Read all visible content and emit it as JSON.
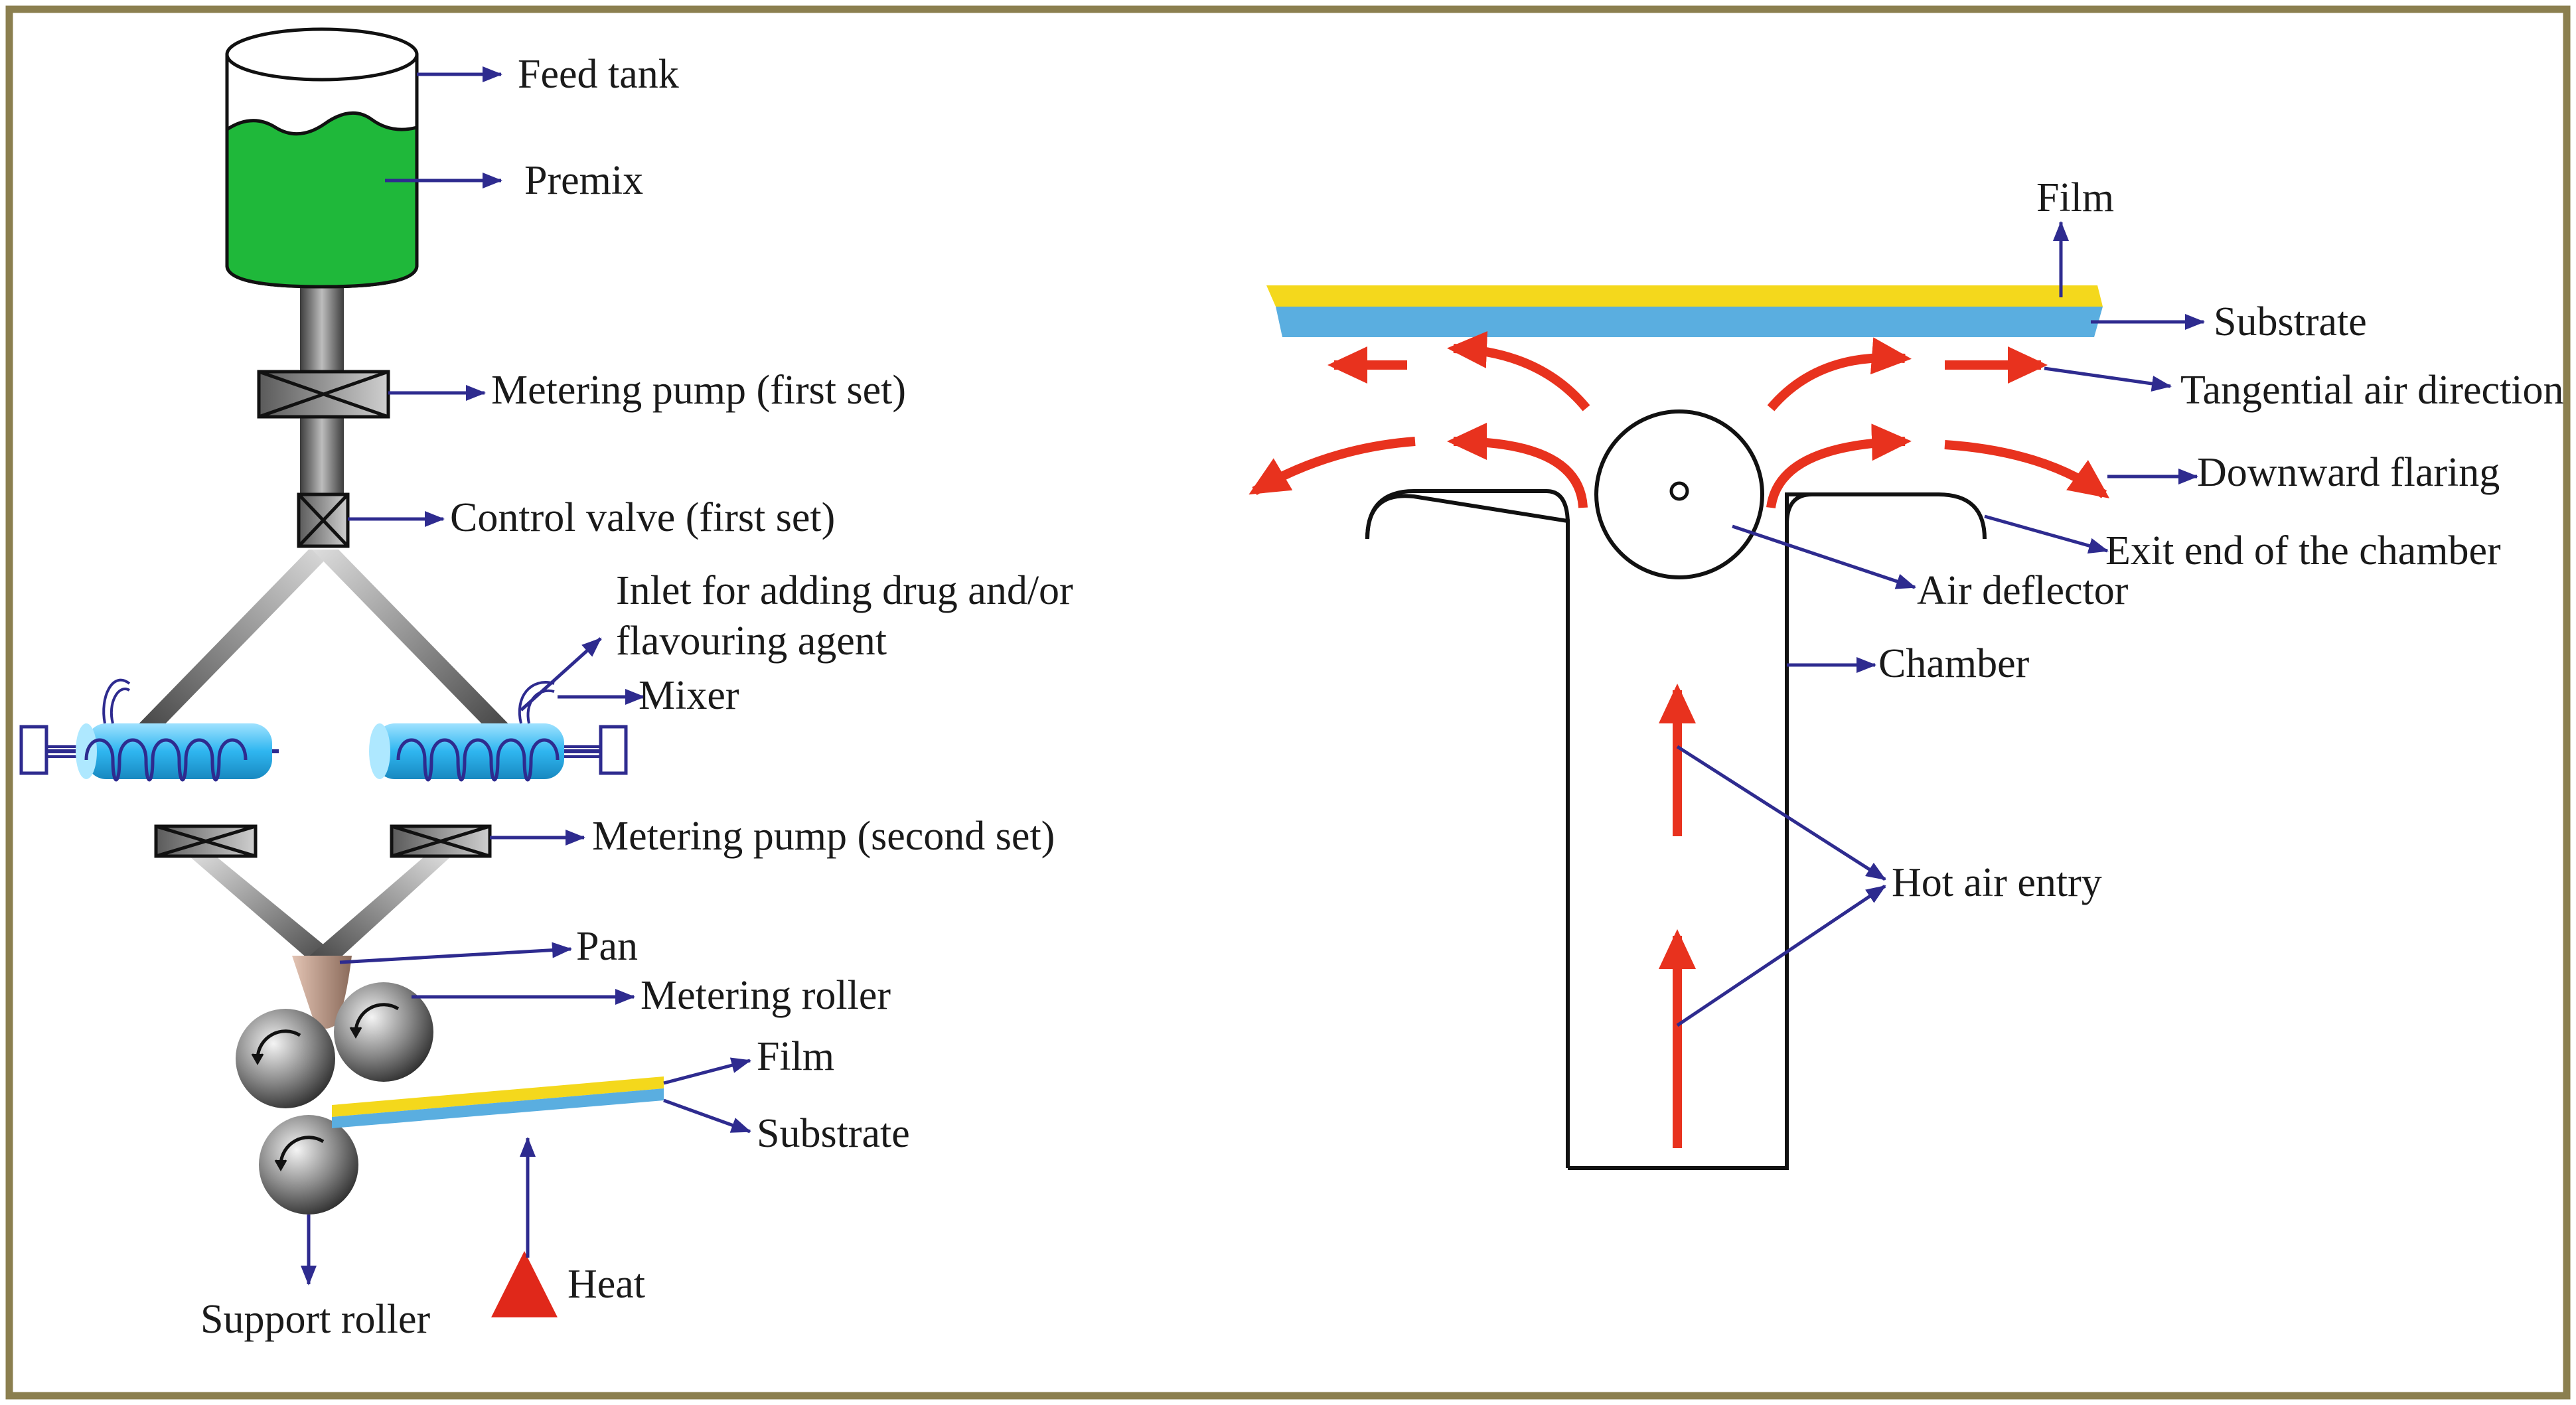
{
  "colors": {
    "frame": "#8b7f4f",
    "pointer": "#2e2b8f",
    "premix": "#1fb83a",
    "air_arrow": "#e8321e",
    "film": "#f4d81c",
    "substrate": "#5aaee0",
    "mixer": "#2fb6f0",
    "heat": "#e0281a"
  },
  "left_panel": {
    "feed_tank": "Feed tank",
    "premix": "Premix",
    "metering_pump_first": "Metering pump (first set)",
    "control_valve_first": "Control valve (first set)",
    "inlet_line1": "Inlet for adding drug and/or",
    "inlet_line2": "flavouring agent",
    "mixer": "Mixer",
    "metering_pump_second": "Metering pump (second set)",
    "pan": "Pan",
    "metering_roller": "Metering roller",
    "film": "Film",
    "substrate": "Substrate",
    "heat": "Heat",
    "support_roller": "Support roller"
  },
  "right_panel": {
    "film": "Film",
    "substrate": "Substrate",
    "tangential_air": "Tangential air direction",
    "downward_flaring": "Downward flaring",
    "exit_end": "Exit end of the chamber",
    "air_deflector": "Air deflector",
    "chamber": "Chamber",
    "hot_air_entry": "Hot air entry"
  }
}
